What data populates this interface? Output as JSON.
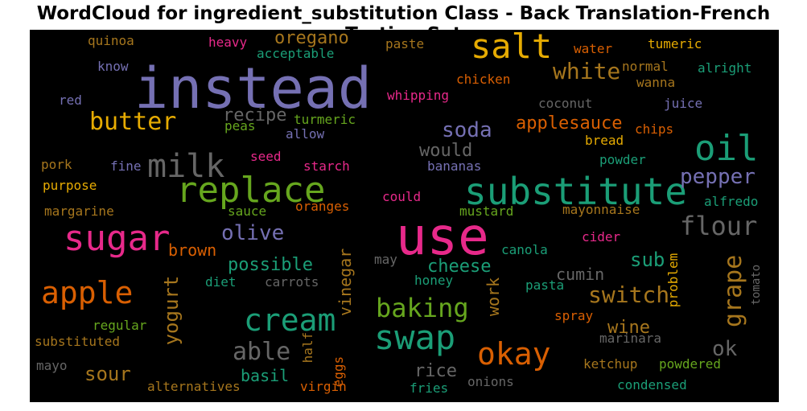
{
  "chart": {
    "title": "WordCloud for ingredient_substitution Class - Back Translation-French Testing Set"
  },
  "chart_data": {
    "type": "wordcloud",
    "title": "WordCloud for ingredient_substitution Class - Back Translation-French Testing Set",
    "background": "#000000",
    "words": [
      {
        "text": "instead",
        "color": "#7570b3"
      },
      {
        "text": "use",
        "color": "#e7298a"
      },
      {
        "text": "substitute",
        "color": "#1b9e77"
      },
      {
        "text": "replace",
        "color": "#66a61e"
      },
      {
        "text": "sugar",
        "color": "#e7298a"
      },
      {
        "text": "swap",
        "color": "#1b9e77"
      },
      {
        "text": "salt",
        "color": "#e6ab02"
      },
      {
        "text": "oil",
        "color": "#1b9e77"
      },
      {
        "text": "milk",
        "color": "#666666"
      },
      {
        "text": "apple",
        "color": "#d95f02"
      },
      {
        "text": "cream",
        "color": "#1b9e77"
      },
      {
        "text": "okay",
        "color": "#d95f02"
      },
      {
        "text": "baking",
        "color": "#66a61e"
      },
      {
        "text": "butter",
        "color": "#e6ab02"
      },
      {
        "text": "flour",
        "color": "#666666"
      },
      {
        "text": "white",
        "color": "#a6761d"
      },
      {
        "text": "grape",
        "color": "#a6761d"
      },
      {
        "text": "able",
        "color": "#666666"
      },
      {
        "text": "switch",
        "color": "#a6761d"
      },
      {
        "text": "olive",
        "color": "#7570b3"
      },
      {
        "text": "pepper",
        "color": "#7570b3"
      },
      {
        "text": "soda",
        "color": "#7570b3"
      },
      {
        "text": "applesauce",
        "color": "#d95f02"
      },
      {
        "text": "sour",
        "color": "#a6761d"
      },
      {
        "text": "yogurt",
        "color": "#a6761d"
      },
      {
        "text": "oregano",
        "color": "#a6761d"
      },
      {
        "text": "recipe",
        "color": "#666666"
      },
      {
        "text": "would",
        "color": "#666666"
      },
      {
        "text": "sub",
        "color": "#1b9e77"
      },
      {
        "text": "cheese",
        "color": "#1b9e77"
      },
      {
        "text": "possible",
        "color": "#1b9e77"
      },
      {
        "text": "brown",
        "color": "#d95f02"
      },
      {
        "text": "basil",
        "color": "#1b9e77"
      },
      {
        "text": "wine",
        "color": "#a6761d"
      },
      {
        "text": "ok",
        "color": "#666666"
      },
      {
        "text": "vinegar",
        "color": "#a6761d"
      },
      {
        "text": "rice",
        "color": "#666666"
      },
      {
        "text": "cumin",
        "color": "#666666"
      },
      {
        "text": "work",
        "color": "#a6761d"
      },
      {
        "text": "heavy",
        "color": "#e7298a"
      },
      {
        "text": "quinoa",
        "color": "#a6761d"
      },
      {
        "text": "know",
        "color": "#7570b3"
      },
      {
        "text": "red",
        "color": "#7570b3"
      },
      {
        "text": "acceptable",
        "color": "#1b9e77"
      },
      {
        "text": "peas",
        "color": "#66a61e"
      },
      {
        "text": "turmeric",
        "color": "#66a61e"
      },
      {
        "text": "allow",
        "color": "#7570b3"
      },
      {
        "text": "seed",
        "color": "#e7298a"
      },
      {
        "text": "starch",
        "color": "#e7298a"
      },
      {
        "text": "pork",
        "color": "#a6761d"
      },
      {
        "text": "fine",
        "color": "#7570b3"
      },
      {
        "text": "purpose",
        "color": "#e6ab02"
      },
      {
        "text": "margarine",
        "color": "#a6761d"
      },
      {
        "text": "sauce",
        "color": "#66a61e"
      },
      {
        "text": "oranges",
        "color": "#d95f02"
      },
      {
        "text": "diet",
        "color": "#1b9e77"
      },
      {
        "text": "carrots",
        "color": "#666666"
      },
      {
        "text": "regular",
        "color": "#66a61e"
      },
      {
        "text": "substituted",
        "color": "#a6761d"
      },
      {
        "text": "half",
        "color": "#a6761d"
      },
      {
        "text": "eggs",
        "color": "#d95f02"
      },
      {
        "text": "mayo",
        "color": "#666666"
      },
      {
        "text": "alternatives",
        "color": "#a6761d"
      },
      {
        "text": "virgin",
        "color": "#d95f02"
      },
      {
        "text": "paste",
        "color": "#a6761d"
      },
      {
        "text": "water",
        "color": "#d95f02"
      },
      {
        "text": "tumeric",
        "color": "#e6ab02"
      },
      {
        "text": "normal",
        "color": "#a6761d"
      },
      {
        "text": "alright",
        "color": "#1b9e77"
      },
      {
        "text": "wanna",
        "color": "#a6761d"
      },
      {
        "text": "chicken",
        "color": "#d95f02"
      },
      {
        "text": "whipping",
        "color": "#e7298a"
      },
      {
        "text": "coconut",
        "color": "#666666"
      },
      {
        "text": "juice",
        "color": "#7570b3"
      },
      {
        "text": "chips",
        "color": "#d95f02"
      },
      {
        "text": "bread",
        "color": "#e6ab02"
      },
      {
        "text": "powder",
        "color": "#1b9e77"
      },
      {
        "text": "bananas",
        "color": "#7570b3"
      },
      {
        "text": "could",
        "color": "#e7298a"
      },
      {
        "text": "alfredo",
        "color": "#1b9e77"
      },
      {
        "text": "mustard",
        "color": "#66a61e"
      },
      {
        "text": "mayonnaise",
        "color": "#a6761d"
      },
      {
        "text": "cider",
        "color": "#e7298a"
      },
      {
        "text": "canola",
        "color": "#1b9e77"
      },
      {
        "text": "may",
        "color": "#666666"
      },
      {
        "text": "honey",
        "color": "#1b9e77"
      },
      {
        "text": "problem",
        "color": "#e6ab02"
      },
      {
        "text": "tomato",
        "color": "#666666"
      },
      {
        "text": "pasta",
        "color": "#1b9e77"
      },
      {
        "text": "spray",
        "color": "#d95f02"
      },
      {
        "text": "marinara",
        "color": "#666666"
      },
      {
        "text": "ketchup",
        "color": "#a6761d"
      },
      {
        "text": "powdered",
        "color": "#66a61e"
      },
      {
        "text": "onions",
        "color": "#666666"
      },
      {
        "text": "fries",
        "color": "#1b9e77"
      },
      {
        "text": "condensed",
        "color": "#1b9e77"
      }
    ]
  }
}
